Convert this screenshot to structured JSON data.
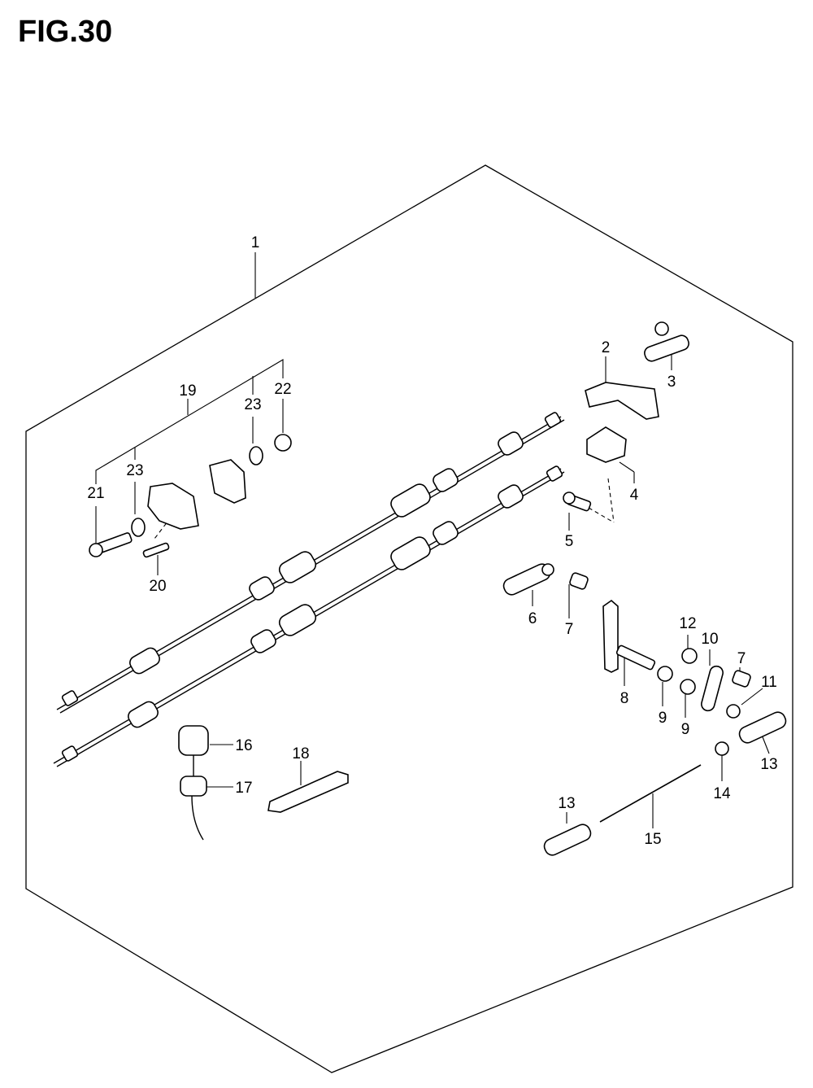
{
  "figure": {
    "title": "FIG.30"
  },
  "labels": [
    {
      "id": "l1",
      "text": "1"
    },
    {
      "id": "l2",
      "text": "2"
    },
    {
      "id": "l3",
      "text": "3"
    },
    {
      "id": "l4",
      "text": "4"
    },
    {
      "id": "l5",
      "text": "5"
    },
    {
      "id": "l6",
      "text": "6"
    },
    {
      "id": "l7a",
      "text": "7"
    },
    {
      "id": "l7b",
      "text": "7"
    },
    {
      "id": "l8",
      "text": "8"
    },
    {
      "id": "l9a",
      "text": "9"
    },
    {
      "id": "l9b",
      "text": "9"
    },
    {
      "id": "l10",
      "text": "10"
    },
    {
      "id": "l11",
      "text": "11"
    },
    {
      "id": "l12",
      "text": "12"
    },
    {
      "id": "l13a",
      "text": "13"
    },
    {
      "id": "l13b",
      "text": "13"
    },
    {
      "id": "l14",
      "text": "14"
    },
    {
      "id": "l15",
      "text": "15"
    },
    {
      "id": "l16",
      "text": "16"
    },
    {
      "id": "l17",
      "text": "17"
    },
    {
      "id": "l18",
      "text": "18"
    },
    {
      "id": "l19",
      "text": "19"
    },
    {
      "id": "l20",
      "text": "20"
    },
    {
      "id": "l21",
      "text": "21"
    },
    {
      "id": "l22",
      "text": "22"
    },
    {
      "id": "l23a",
      "text": "23"
    },
    {
      "id": "l23b",
      "text": "23"
    }
  ]
}
